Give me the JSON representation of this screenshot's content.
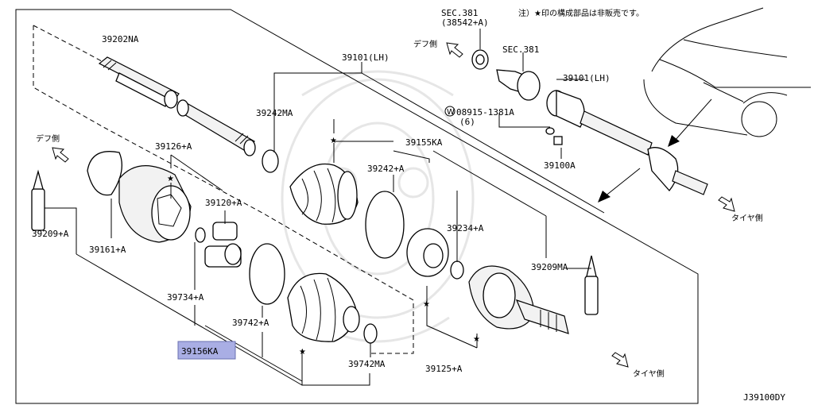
{
  "note": "注）★印の構成部品は非販売です。",
  "diagram_id": "J39100DY",
  "direction_labels": {
    "diff_side_left": "デフ側",
    "diff_side_top": "デフ側",
    "tire_side_right": "タイヤ側",
    "tire_side_bottom": "タイヤ側"
  },
  "parts": {
    "p39202NA": "39202NA",
    "p39101LH_main": "39101(LH)",
    "p39101LH_small": "39101(LH)",
    "p39242MA": "39242MA",
    "p39126A": "39126+A",
    "p39155KA": "39155KA",
    "p39242A": "39242+A",
    "p39120A": "39120+A",
    "p39234A": "39234+A",
    "p39209A": "39209+A",
    "p39161A": "39161+A",
    "p39209MA": "39209MA",
    "p39734A": "39734+A",
    "p39742A": "39742+A",
    "p39156KA": "39156KA",
    "p39742MA": "39742MA",
    "p39125A": "39125+A",
    "p39100A": "39100A",
    "sec381_top": "SEC.381",
    "sec381_top_sub": "(38542+A)",
    "sec381_mid": "SEC.381",
    "bolt_code": "08915-1381A",
    "bolt_qty": "(6)",
    "bolt_prefix": "W"
  },
  "highlight_color": "#a9aee4",
  "star_symbol": "★"
}
